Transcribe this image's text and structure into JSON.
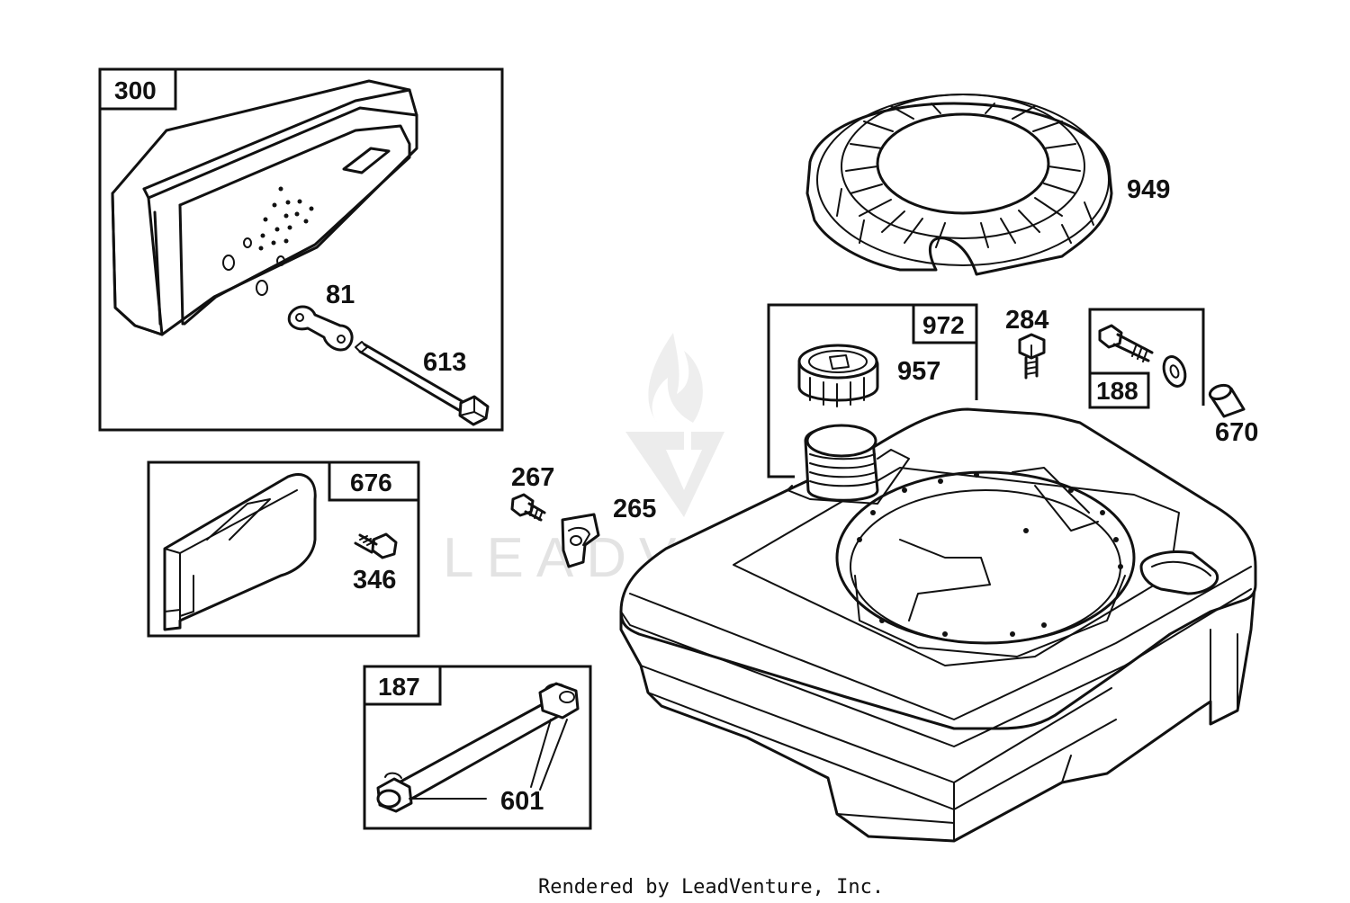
{
  "watermark": {
    "brand": "LEADVENTURE"
  },
  "footer": {
    "credit": "Rendered by LeadVenture, Inc."
  },
  "kits": {
    "muffler": "300",
    "fuel_cap_kit": "972",
    "bolt_kit": "188",
    "deflector_kit": "676",
    "fuel_line_kit": "187"
  },
  "parts": {
    "muffler_gasket": "81",
    "muffler_bolt": "613",
    "rewind_screen": "949",
    "fuel_cap": "957",
    "screw_284": "284",
    "bushing": "670",
    "screw_267": "267",
    "clip": "265",
    "screw_346": "346",
    "clamp": "601"
  }
}
